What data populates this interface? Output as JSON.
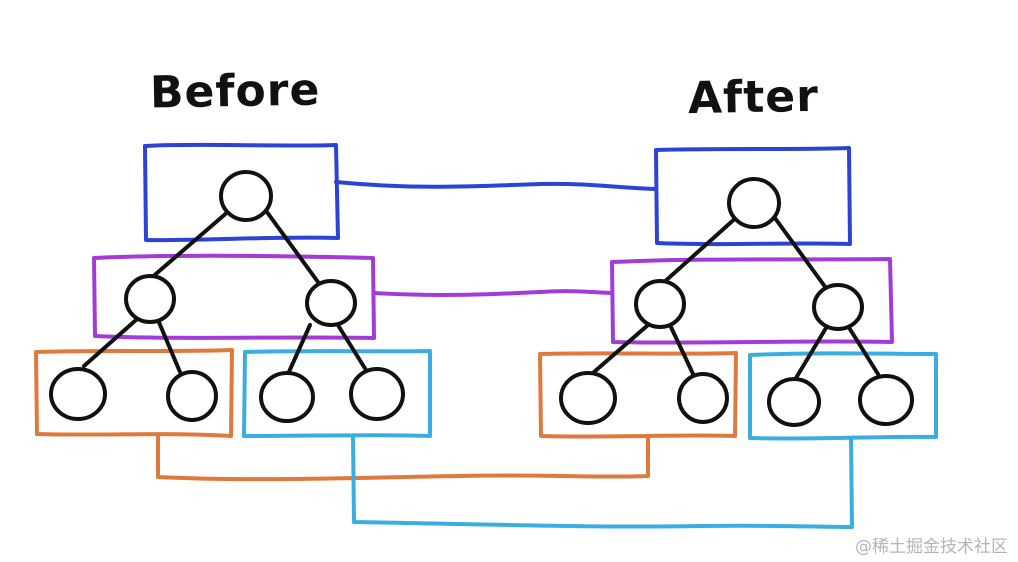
{
  "titles": {
    "before": "Before",
    "after": "After"
  },
  "watermark": "@稀土掘金技术社区",
  "colors": {
    "level1": "#2b44d6",
    "level2": "#a43ad8",
    "group_left": "#e07a3c",
    "group_right": "#3aaee0",
    "node": "#111111"
  },
  "trees": [
    {
      "id": "before",
      "label": "Before",
      "levels": [
        1,
        2,
        4
      ]
    },
    {
      "id": "after",
      "label": "After",
      "levels": [
        1,
        2,
        4
      ]
    }
  ],
  "groupings": [
    {
      "name": "level1-box",
      "color_key": "level1",
      "matched": true
    },
    {
      "name": "level2-box",
      "color_key": "level2",
      "matched": true
    },
    {
      "name": "left-subtree-box",
      "color_key": "group_left",
      "matched": true
    },
    {
      "name": "right-subtree-box",
      "color_key": "group_right",
      "matched": true
    }
  ]
}
